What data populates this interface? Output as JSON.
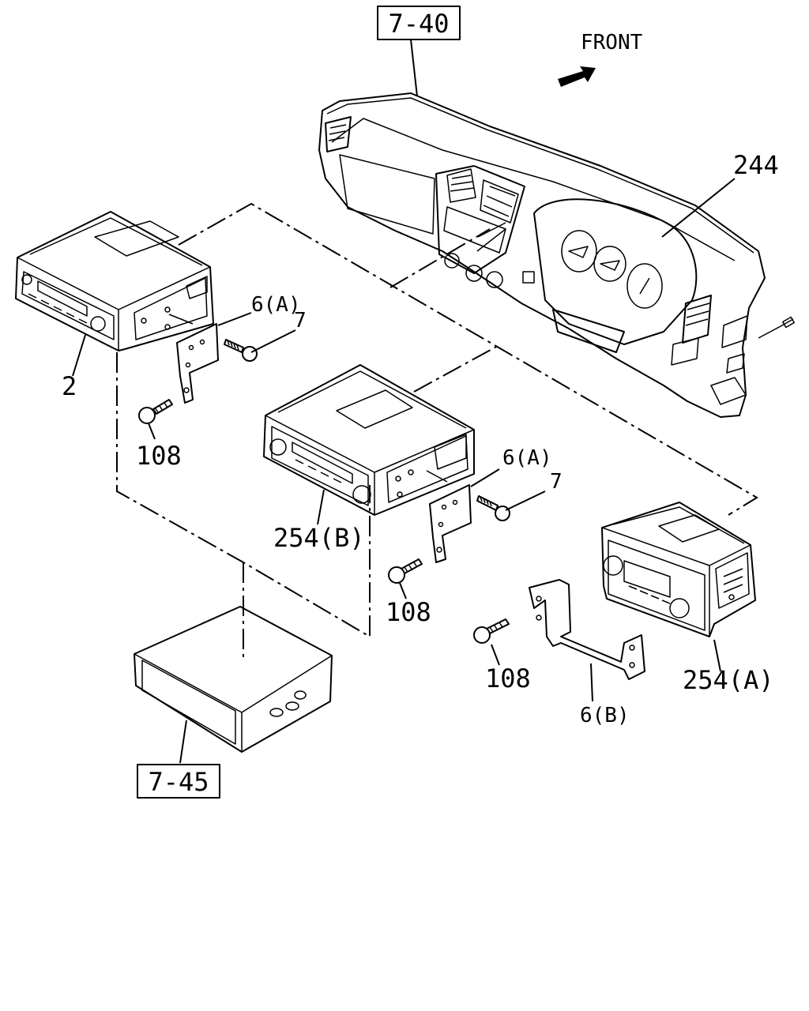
{
  "labels": {
    "ref_7_40": "7-40",
    "ref_7_45": "7-45",
    "front": "FRONT",
    "p244": "244",
    "p2": "2",
    "p6a_1": "6(A)",
    "p7_1": "7",
    "p108_1": "108",
    "p254b": "254(B)",
    "p6a_2": "6(A)",
    "p7_2": "7",
    "p108_2": "108",
    "p108_3": "108",
    "p254a": "254(A)",
    "p6b": "6(B)"
  }
}
